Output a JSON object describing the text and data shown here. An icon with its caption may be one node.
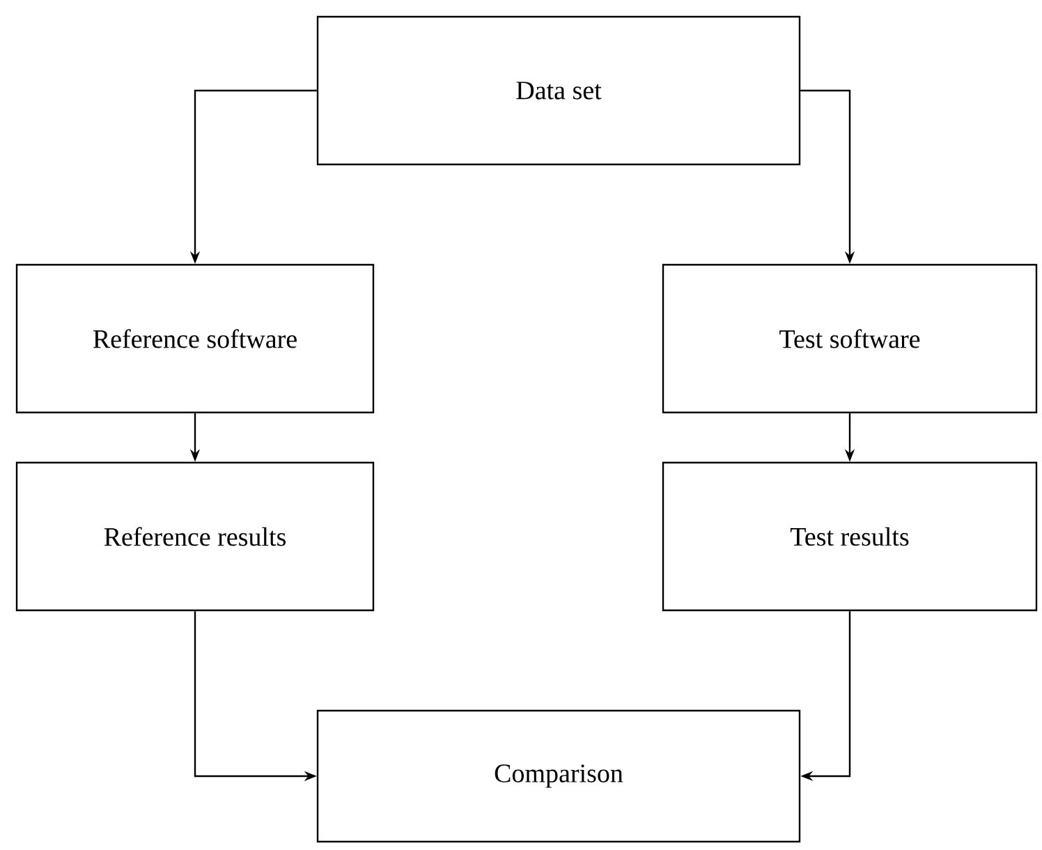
{
  "diagram": {
    "nodes": [
      {
        "text": [
          "Data set"
        ]
      },
      {
        "text": [
          "Reference software"
        ]
      },
      {
        "text": [
          "Test software"
        ]
      },
      {
        "text": [
          "Reference results"
        ]
      },
      {
        "text": [
          "Test results"
        ]
      },
      {
        "text": [
          "Comparison"
        ]
      }
    ],
    "edges": [
      {
        "from": 0,
        "to": 1,
        "arrow": "to"
      },
      {
        "from": 0,
        "to": 2,
        "arrow": "to"
      },
      {
        "from": 1,
        "to": 3,
        "arrow": "to"
      },
      {
        "from": 2,
        "to": 4,
        "arrow": "to"
      },
      {
        "from": 3,
        "to": 5,
        "arrow": "to"
      },
      {
        "from": 4,
        "to": 5,
        "arrow": "to"
      }
    ]
  }
}
